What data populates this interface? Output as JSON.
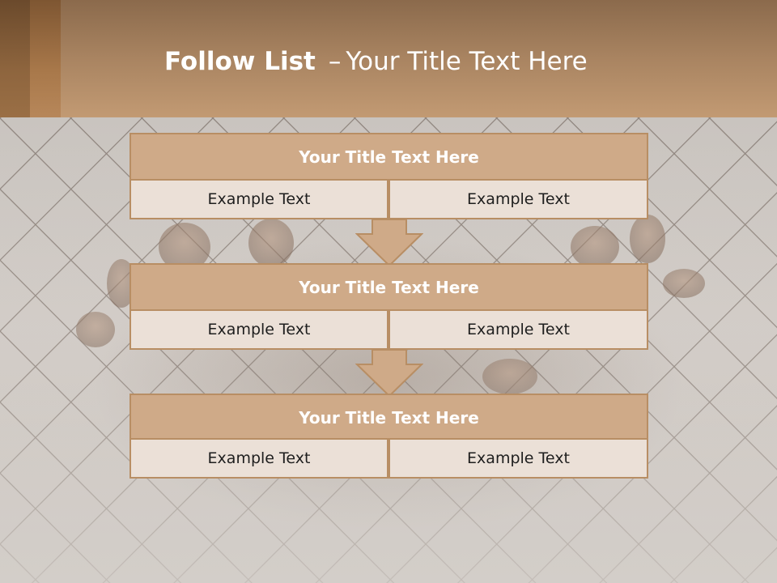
{
  "slide": {
    "title_bold": "Follow List",
    "title_dash": "–",
    "title_rest": "Your Title Text Here"
  },
  "blocks": [
    {
      "title": "Your Title Text Here",
      "left": "Example Text",
      "right": "Example Text"
    },
    {
      "title": "Your Title Text Here",
      "left": "Example Text",
      "right": "Example Text"
    },
    {
      "title": "Your Title Text Here",
      "left": "Example Text",
      "right": "Example Text"
    }
  ],
  "colors": {
    "accent": "#cfaa88",
    "border": "#b88e64",
    "cell_fill": "#ebe0d7",
    "header_band": "#a98461"
  }
}
